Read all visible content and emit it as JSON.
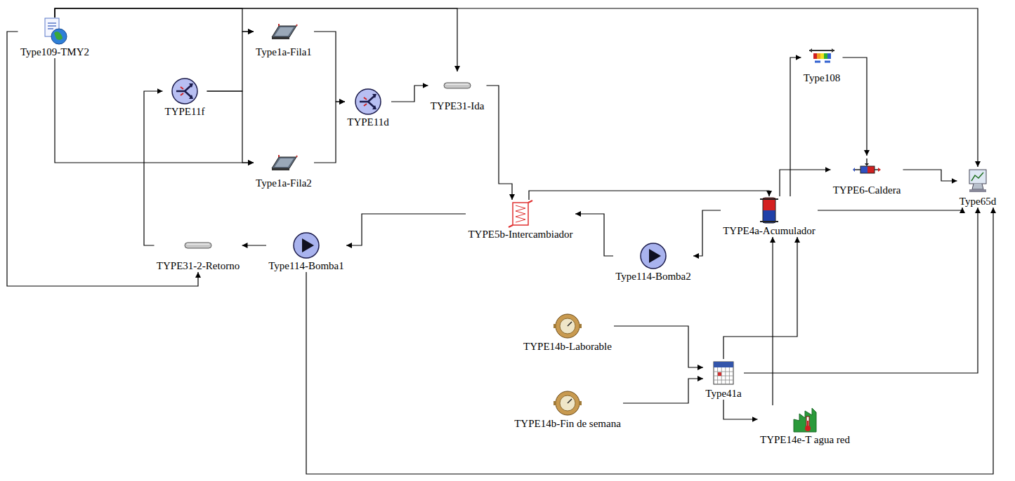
{
  "diagram": {
    "nodes": [
      {
        "text": [
          "Type109-TMY2"
        ]
      },
      {
        "text": [
          "Type1a-Fila1"
        ]
      },
      {
        "text": [
          "TYPE11f"
        ]
      },
      {
        "text": [
          "TYPE11d"
        ]
      },
      {
        "text": [
          "TYPE31-Ida"
        ]
      },
      {
        "text": [
          "Type1a-Fila2"
        ]
      },
      {
        "text": [
          "Type108"
        ]
      },
      {
        "text": [
          "TYPE6-Caldera"
        ]
      },
      {
        "text": [
          "Type65d"
        ]
      },
      {
        "text": [
          "TYPE5b-Intercambiador"
        ]
      },
      {
        "text": [
          "TYPE4a-Acumulador"
        ]
      },
      {
        "text": [
          "Type114-Bomba1"
        ]
      },
      {
        "text": [
          "TYPE31-2-Retorno"
        ]
      },
      {
        "text": [
          "Type114-Bomba2"
        ]
      },
      {
        "text": [
          "TYPE14b-Laborable"
        ]
      },
      {
        "text": [
          "Type41a"
        ]
      },
      {
        "text": [
          "TYPE14b-Fin de semana"
        ]
      },
      {
        "text": [
          "TYPE14e-T agua red"
        ]
      }
    ],
    "edges": [
      {
        "from": 0,
        "to": 1,
        "arrow": "to"
      },
      {
        "from": 0,
        "to": 5,
        "arrow": "to"
      },
      {
        "from": 0,
        "to": 4,
        "arrow": "to"
      },
      {
        "from": 0,
        "to": 8,
        "arrow": "to"
      },
      {
        "from": 0,
        "to": 12,
        "arrow": "to"
      },
      {
        "from": 2,
        "to": 1,
        "arrow": "to"
      },
      {
        "from": 2,
        "to": 5,
        "arrow": "to"
      },
      {
        "from": 1,
        "to": 3,
        "arrow": "to"
      },
      {
        "from": 5,
        "to": 3,
        "arrow": "to"
      },
      {
        "from": 3,
        "to": 4,
        "arrow": "to"
      },
      {
        "from": 4,
        "to": 9,
        "arrow": "to"
      },
      {
        "from": 9,
        "to": 10,
        "arrow": "to"
      },
      {
        "from": 9,
        "to": 11,
        "arrow": "to"
      },
      {
        "from": 11,
        "to": 12,
        "arrow": "to"
      },
      {
        "from": 12,
        "to": 2,
        "arrow": "to"
      },
      {
        "from": 10,
        "to": 13,
        "arrow": "to"
      },
      {
        "from": 13,
        "to": 9,
        "arrow": "to"
      },
      {
        "from": 10,
        "to": 6,
        "arrow": "to"
      },
      {
        "from": 6,
        "to": 7,
        "arrow": "to"
      },
      {
        "from": 10,
        "to": 7,
        "arrow": "to"
      },
      {
        "from": 7,
        "to": 8,
        "arrow": "to"
      },
      {
        "from": 10,
        "to": 8,
        "arrow": "to"
      },
      {
        "from": 15,
        "to": 8,
        "arrow": "to"
      },
      {
        "from": 15,
        "to": 10,
        "arrow": "to"
      },
      {
        "from": 17,
        "to": 10,
        "arrow": "to"
      },
      {
        "from": 15,
        "to": 17,
        "arrow": "to"
      },
      {
        "from": 14,
        "to": 15,
        "arrow": "to"
      },
      {
        "from": 16,
        "to": 15,
        "arrow": "to"
      },
      {
        "from": 11,
        "to": 8,
        "arrow": "to"
      }
    ]
  }
}
